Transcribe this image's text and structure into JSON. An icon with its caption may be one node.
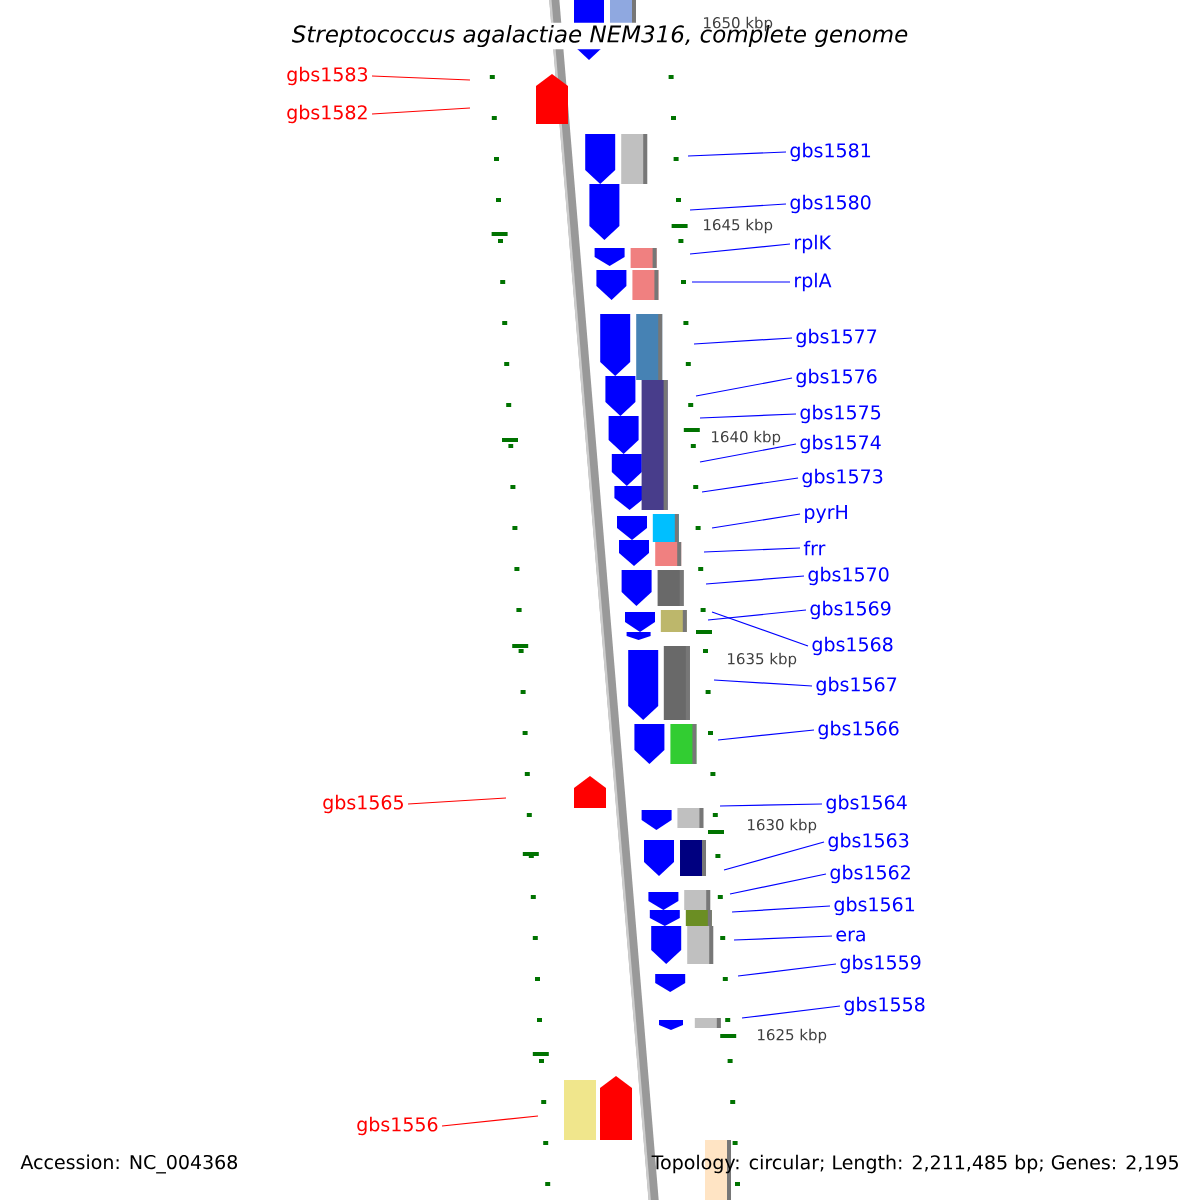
{
  "diagram": {
    "title": "Streptococcus agalactiae NEM316, complete genome",
    "nodes": [
      {
        "text": [
          "gbs1583"
        ]
      },
      {
        "text": [
          "gbs1582"
        ]
      },
      {
        "text": [
          "gbs1581"
        ]
      },
      {
        "text": [
          "gbs1580"
        ]
      },
      {
        "text": [
          "rplK"
        ]
      },
      {
        "text": [
          "rplA"
        ]
      },
      {
        "text": [
          "gbs1577"
        ]
      },
      {
        "text": [
          "gbs1576"
        ]
      },
      {
        "text": [
          "gbs1575"
        ]
      },
      {
        "text": [
          "gbs1574"
        ]
      },
      {
        "text": [
          "gbs1573"
        ]
      },
      {
        "text": [
          "pyrH"
        ]
      },
      {
        "text": [
          "frr"
        ]
      },
      {
        "text": [
          "gbs1570"
        ]
      },
      {
        "text": [
          "gbs1569"
        ]
      },
      {
        "text": [
          "gbs1568"
        ]
      },
      {
        "text": [
          "gbs1567"
        ]
      },
      {
        "text": [
          "gbs1566"
        ]
      },
      {
        "text": [
          "gbs1565"
        ]
      },
      {
        "text": [
          "gbs1564"
        ]
      },
      {
        "text": [
          "gbs1563"
        ]
      },
      {
        "text": [
          "gbs1562"
        ]
      },
      {
        "text": [
          "gbs1561"
        ]
      },
      {
        "text": [
          "era"
        ]
      },
      {
        "text": [
          "gbs1559"
        ]
      },
      {
        "text": [
          "gbs1558"
        ]
      },
      {
        "text": [
          "gbs1556"
        ]
      }
    ],
    "edges": [
      {
        "from": 0,
        "to": null,
        "arrow": "none",
        "color": "#ff0000"
      },
      {
        "from": 1,
        "to": null,
        "arrow": "none",
        "color": "#ff0000"
      },
      {
        "from": 2,
        "to": null,
        "arrow": "none"
      },
      {
        "from": 3,
        "to": null,
        "arrow": "none"
      },
      {
        "from": 4,
        "to": null,
        "arrow": "none"
      },
      {
        "from": 5,
        "to": null,
        "arrow": "none"
      },
      {
        "from": 6,
        "to": null,
        "arrow": "none"
      },
      {
        "from": 7,
        "to": null,
        "arrow": "none"
      },
      {
        "from": 8,
        "to": null,
        "arrow": "none"
      },
      {
        "from": 9,
        "to": null,
        "arrow": "none"
      },
      {
        "from": 10,
        "to": null,
        "arrow": "none"
      },
      {
        "from": 11,
        "to": null,
        "arrow": "none"
      },
      {
        "from": 12,
        "to": null,
        "arrow": "none"
      },
      {
        "from": 13,
        "to": null,
        "arrow": "none"
      },
      {
        "from": 14,
        "to": null,
        "arrow": "none"
      },
      {
        "from": 15,
        "to": null,
        "arrow": "none"
      },
      {
        "from": 16,
        "to": null,
        "arrow": "none"
      },
      {
        "from": 17,
        "to": null,
        "arrow": "none"
      },
      {
        "from": 18,
        "to": null,
        "arrow": "none",
        "color": "#ff0000"
      },
      {
        "from": 19,
        "to": null,
        "arrow": "none"
      },
      {
        "from": 20,
        "to": null,
        "arrow": "none"
      },
      {
        "from": 21,
        "to": null,
        "arrow": "none"
      },
      {
        "from": 22,
        "to": null,
        "arrow": "none"
      },
      {
        "from": 23,
        "to": null,
        "arrow": "none"
      },
      {
        "from": 24,
        "to": null,
        "arrow": "none"
      },
      {
        "from": 25,
        "to": null,
        "arrow": "none"
      },
      {
        "from": 26,
        "to": null,
        "arrow": "none",
        "color": "#ff0000"
      }
    ],
    "labels": [
      "1650 kbp",
      "1645 kbp",
      "1640 kbp",
      "1635 kbp",
      "1630 kbp",
      "1625 kbp",
      "Accession: NC_004368",
      "Topology: circular; Length: 2,211,485 bp; Genes: 2,195"
    ]
  }
}
